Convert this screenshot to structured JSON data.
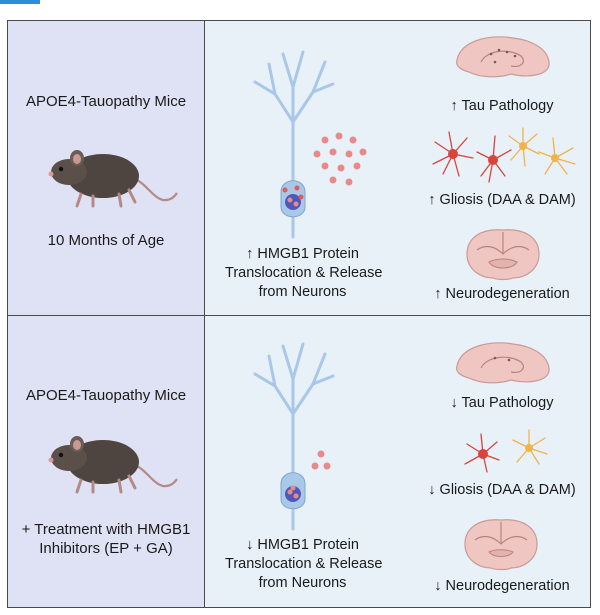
{
  "panel_top": {
    "mouse_label": "APOE4-Tauopathy Mice",
    "age_label": "10 Months of Age",
    "neuron_caption": [
      "↑ HMGB1 Protein",
      "Translocation & Release",
      "from Neurons"
    ],
    "outcomes": [
      "↑ Tau Pathology",
      "↑ Gliosis (DAA & DAM)",
      "↑ Neurodegeneration"
    ]
  },
  "panel_bottom": {
    "mouse_label": "APOE4-Tauopathy Mice",
    "treatment_label": [
      "+ Treatment with HMGB1",
      "Inhibitors (EP + GA)"
    ],
    "neuron_caption": [
      "↓ HMGB1 Protein",
      "Translocation & Release",
      "from Neurons"
    ],
    "outcomes": [
      "↓ Tau Pathology",
      "↓ Gliosis (DAA & DAM)",
      "↓ Neurodegeneration"
    ]
  },
  "colors": {
    "left_bg": "#dfe2f4",
    "right_bg": "#e8f1f8",
    "neuron": "#a9c7e6",
    "hmgb1_dot": "#e98a8a",
    "brain": "#efc6c2",
    "astrocyte": "#f2b24c",
    "microglia": "#d8443c"
  }
}
